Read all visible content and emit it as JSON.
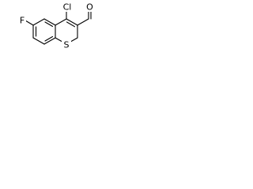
{
  "molecule": {
    "atoms": {
      "fluorine": "F",
      "chlorine": "Cl",
      "sulfur": "S",
      "oxygen": "O"
    },
    "colors": {
      "bond": "#000000",
      "label": "#000000",
      "background": "#ffffff"
    }
  }
}
